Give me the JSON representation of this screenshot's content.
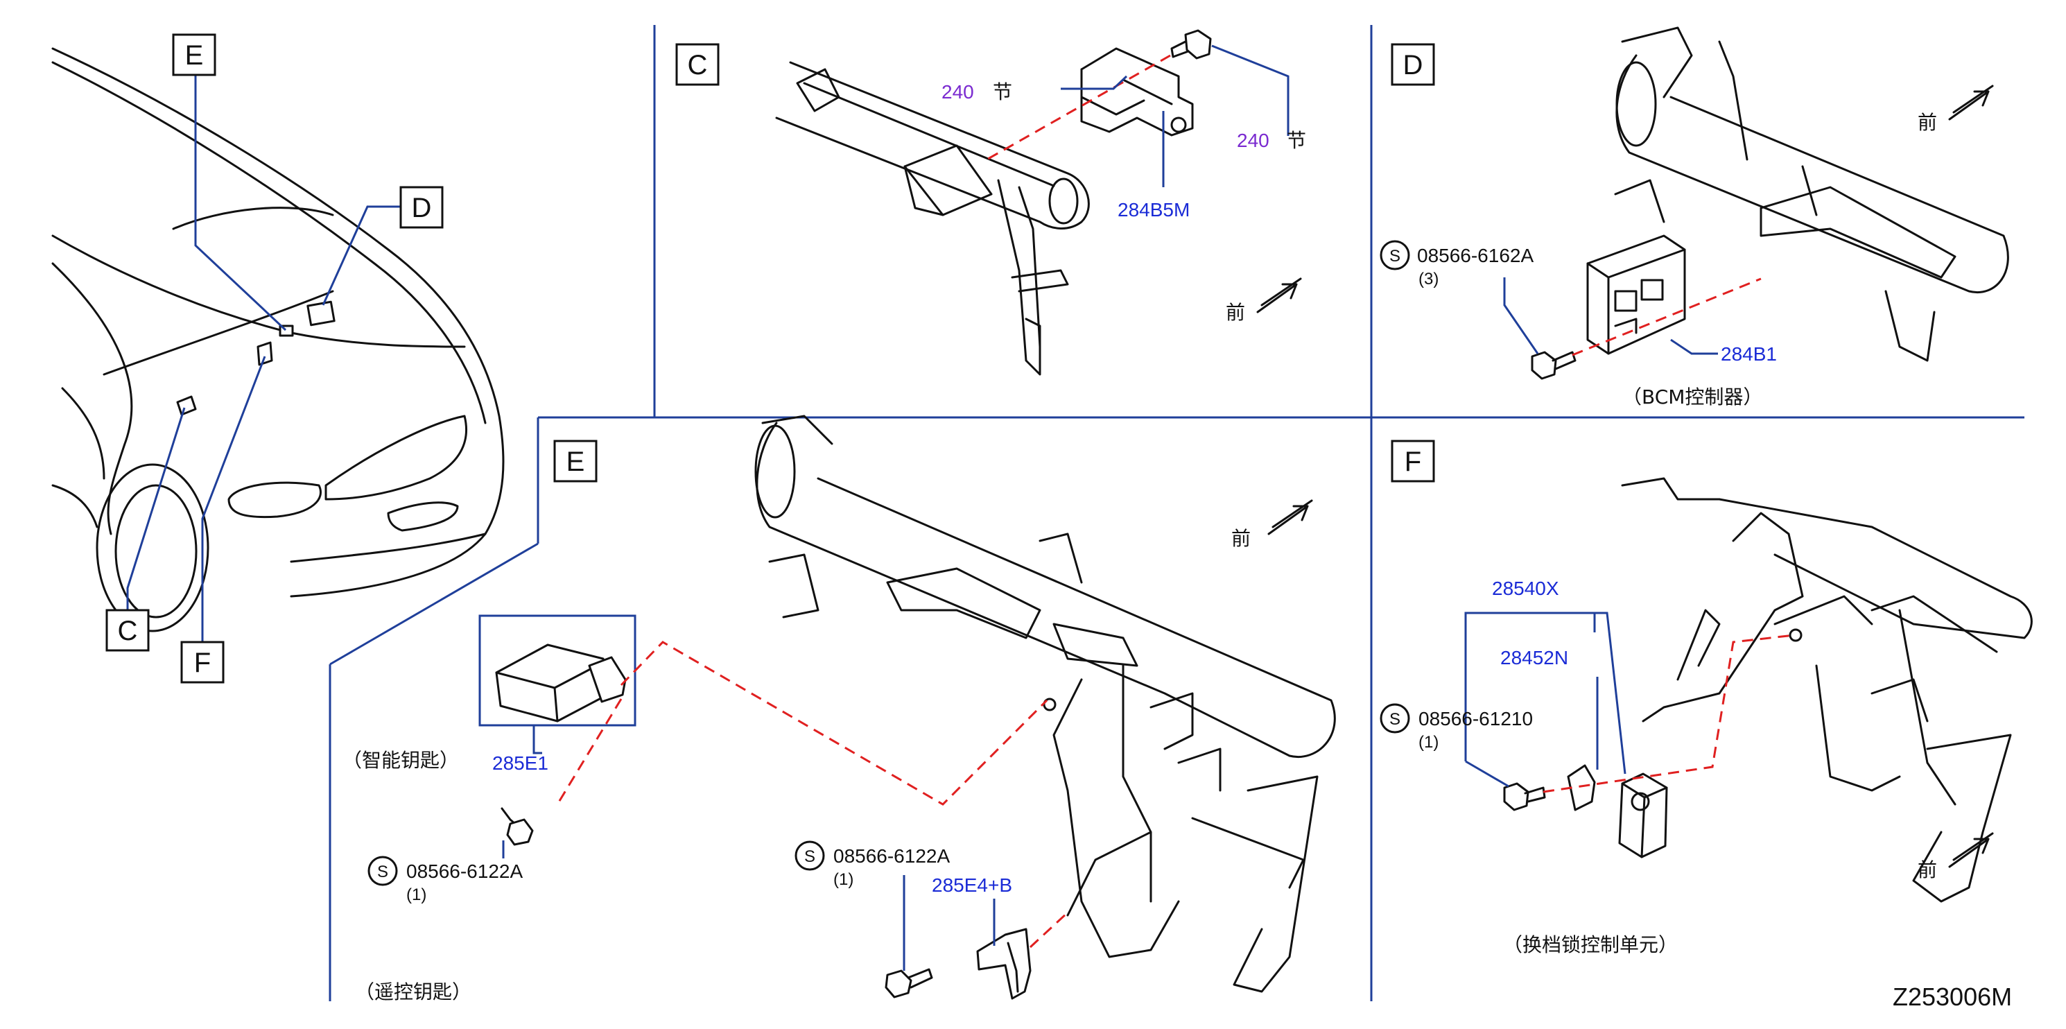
{
  "diagram_code": "Z253006M",
  "overview": {
    "callouts": [
      "E",
      "D",
      "C",
      "F"
    ]
  },
  "panel_c": {
    "letter": "C",
    "qty_1_num": "240",
    "qty_1_unit": "节",
    "qty_2_num": "240",
    "qty_2_unit": "节",
    "part_284b5m": "284B5M",
    "front": "前"
  },
  "panel_d": {
    "letter": "D",
    "front": "前",
    "symbol_s": "S",
    "bolt_code": "08566-6162A",
    "bolt_qty": "(3)",
    "part_284b1": "284B1",
    "caption": "（BCM控制器）"
  },
  "panel_e": {
    "letter": "E",
    "front": "前",
    "part_285e1": "285E1",
    "caption_smart_key": "（智能钥匙）",
    "bolt_1_s": "S",
    "bolt_1_code": "08566-6122A",
    "bolt_1_qty": "(1)",
    "bolt_2_s": "S",
    "bolt_2_code": "08566-6122A",
    "bolt_2_qty": "(1)",
    "part_285e4b": "285E4+B",
    "caption_remote_key": "（遥控钥匙）"
  },
  "panel_f": {
    "letter": "F",
    "front": "前",
    "part_28540x": "28540X",
    "part_28452n": "28452N",
    "bolt_s": "S",
    "bolt_code": "08566-61210",
    "bolt_qty": "(1)",
    "caption": "（换档锁控制单元）"
  },
  "colors": {
    "part_label": "#1a2bd6",
    "quantity_label": "#7a2ad0",
    "leader_line": "#1f3f9a",
    "connection_dash": "#e02020"
  }
}
